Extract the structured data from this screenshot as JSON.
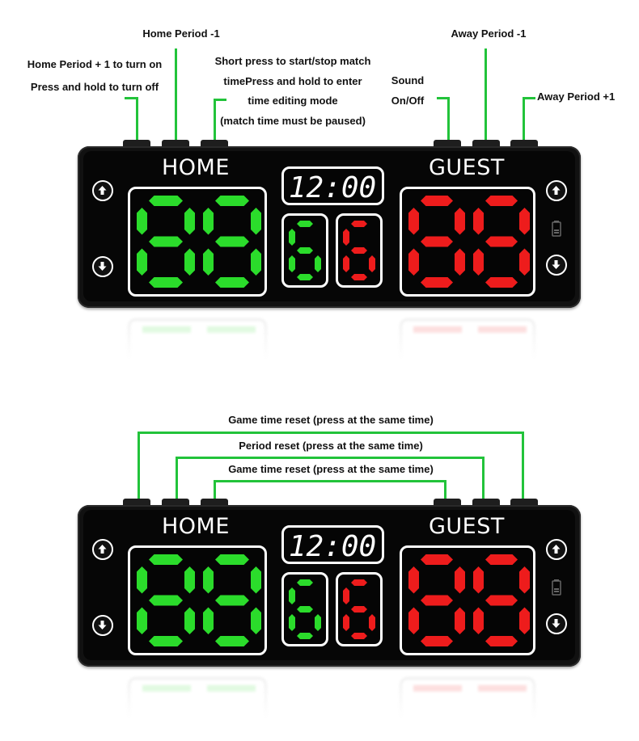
{
  "top_labels": {
    "home_period_minus": "Home Period -1",
    "home_period_plus_line1": "Home Period + 1 to turn on",
    "home_period_plus_line2": "Press and hold to turn off",
    "timer_line1": "Short press to start/stop match",
    "timer_line2": "timePress and hold to enter",
    "timer_line3": "time editing mode",
    "timer_line4": "(match time must be paused)",
    "sound_line1": "Sound",
    "sound_line2": "On/Off",
    "away_period_minus": "Away Period -1",
    "away_period_plus": "Away Period +1"
  },
  "bottom_labels": {
    "outer_reset": "Game time reset (press at the same time)",
    "middle_reset": "Period reset (press at the same time)",
    "inner_reset": "Game time reset (press at the same time)"
  },
  "scoreboard": {
    "home_label": "HOME",
    "guest_label": "GUEST",
    "clock": "12:00",
    "home_score": "88",
    "guest_score": "88",
    "home_period": "6",
    "guest_period": "6"
  },
  "colors": {
    "home": "#2bdc2b",
    "guest": "#ee1c1c",
    "callout_line": "#22c33a",
    "board": "#111111"
  },
  "icons": [
    "arrow-up-icon",
    "arrow-down-icon",
    "battery-icon"
  ]
}
